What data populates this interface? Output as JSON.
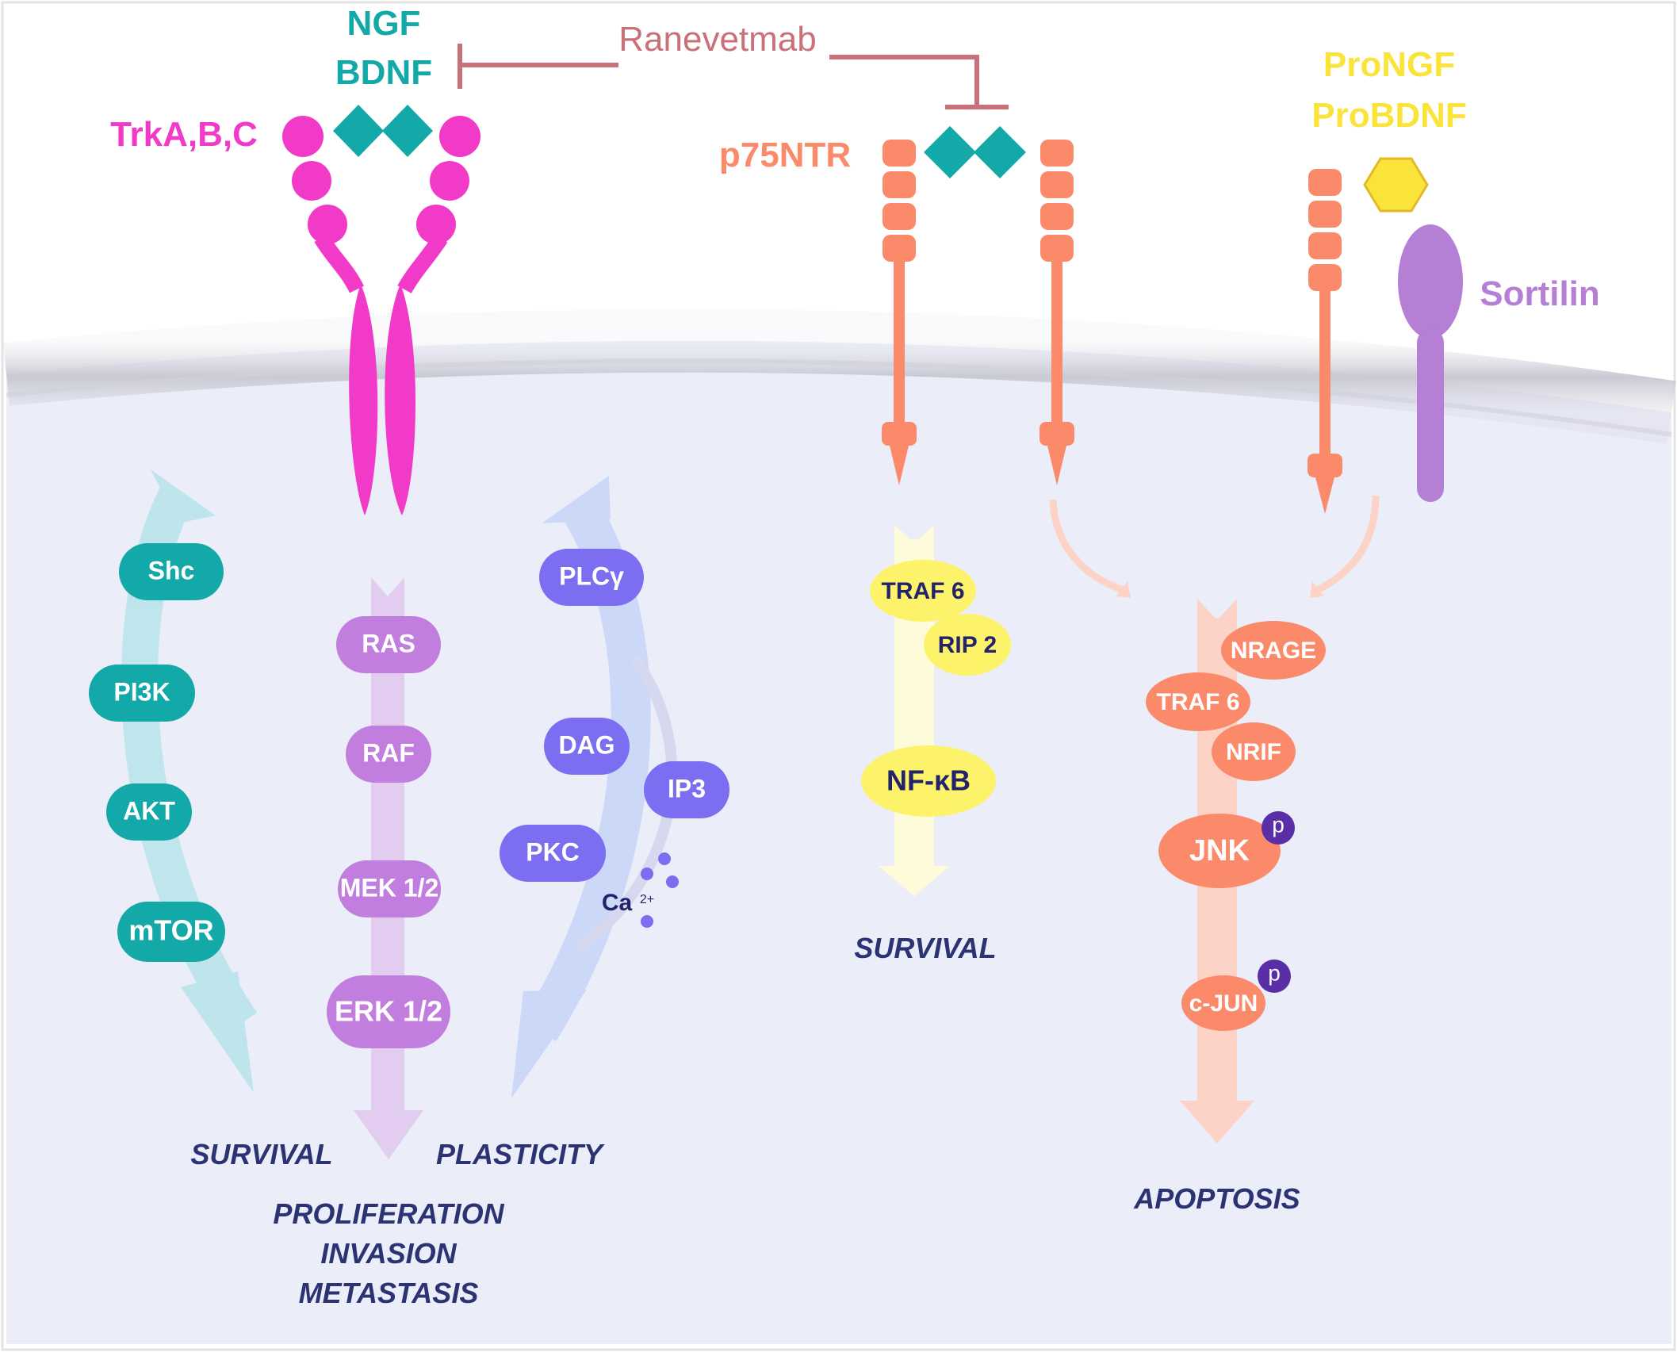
{
  "ligands": {
    "ngf": "NGF",
    "bdnf": "BDNF",
    "prongf": "ProNGF",
    "probdnf": "ProBDNF"
  },
  "drug": "Ranevetmab",
  "receptors": {
    "trk": "TrkA,B,C",
    "p75": "p75NTR",
    "sortilin": "Sortilin"
  },
  "pathways": {
    "pi3k": [
      "Shc",
      "PI3K",
      "AKT",
      "mTOR"
    ],
    "mapk": [
      "RAS",
      "RAF",
      "MEK 1/2",
      "ERK 1/2"
    ],
    "plc": {
      "plc": "PLCγ",
      "dag": "DAG",
      "ip3": "IP3",
      "pkc": "PKC",
      "ca": "Ca",
      "ca_charge": "2+"
    },
    "nfkb": [
      "TRAF 6",
      "RIP 2",
      "NF-κB"
    ],
    "apoptosis": [
      "NRAGE",
      "TRAF 6",
      "NRIF",
      "JNK",
      "c-JUN"
    ],
    "phospho": "p"
  },
  "outcomes": {
    "survival_left": "SURVIVAL",
    "plasticity": "PLASTICITY",
    "proliferation": "PROLIFERATION",
    "invasion": "INVASION",
    "metastasis": "METASTASIS",
    "survival_mid": "SURVIVAL",
    "apoptosis": "APOPTOSIS"
  },
  "colors": {
    "trk": "#f23ac8",
    "teal": "#14a9a9",
    "p75": "#fb8a6b",
    "sortilin": "#b57fd6",
    "pro": "#fbe43a",
    "inhibit": "#c97179",
    "mapk": "#c27ede",
    "plc": "#7b6ef0",
    "outcome_text": "#2b3373"
  }
}
